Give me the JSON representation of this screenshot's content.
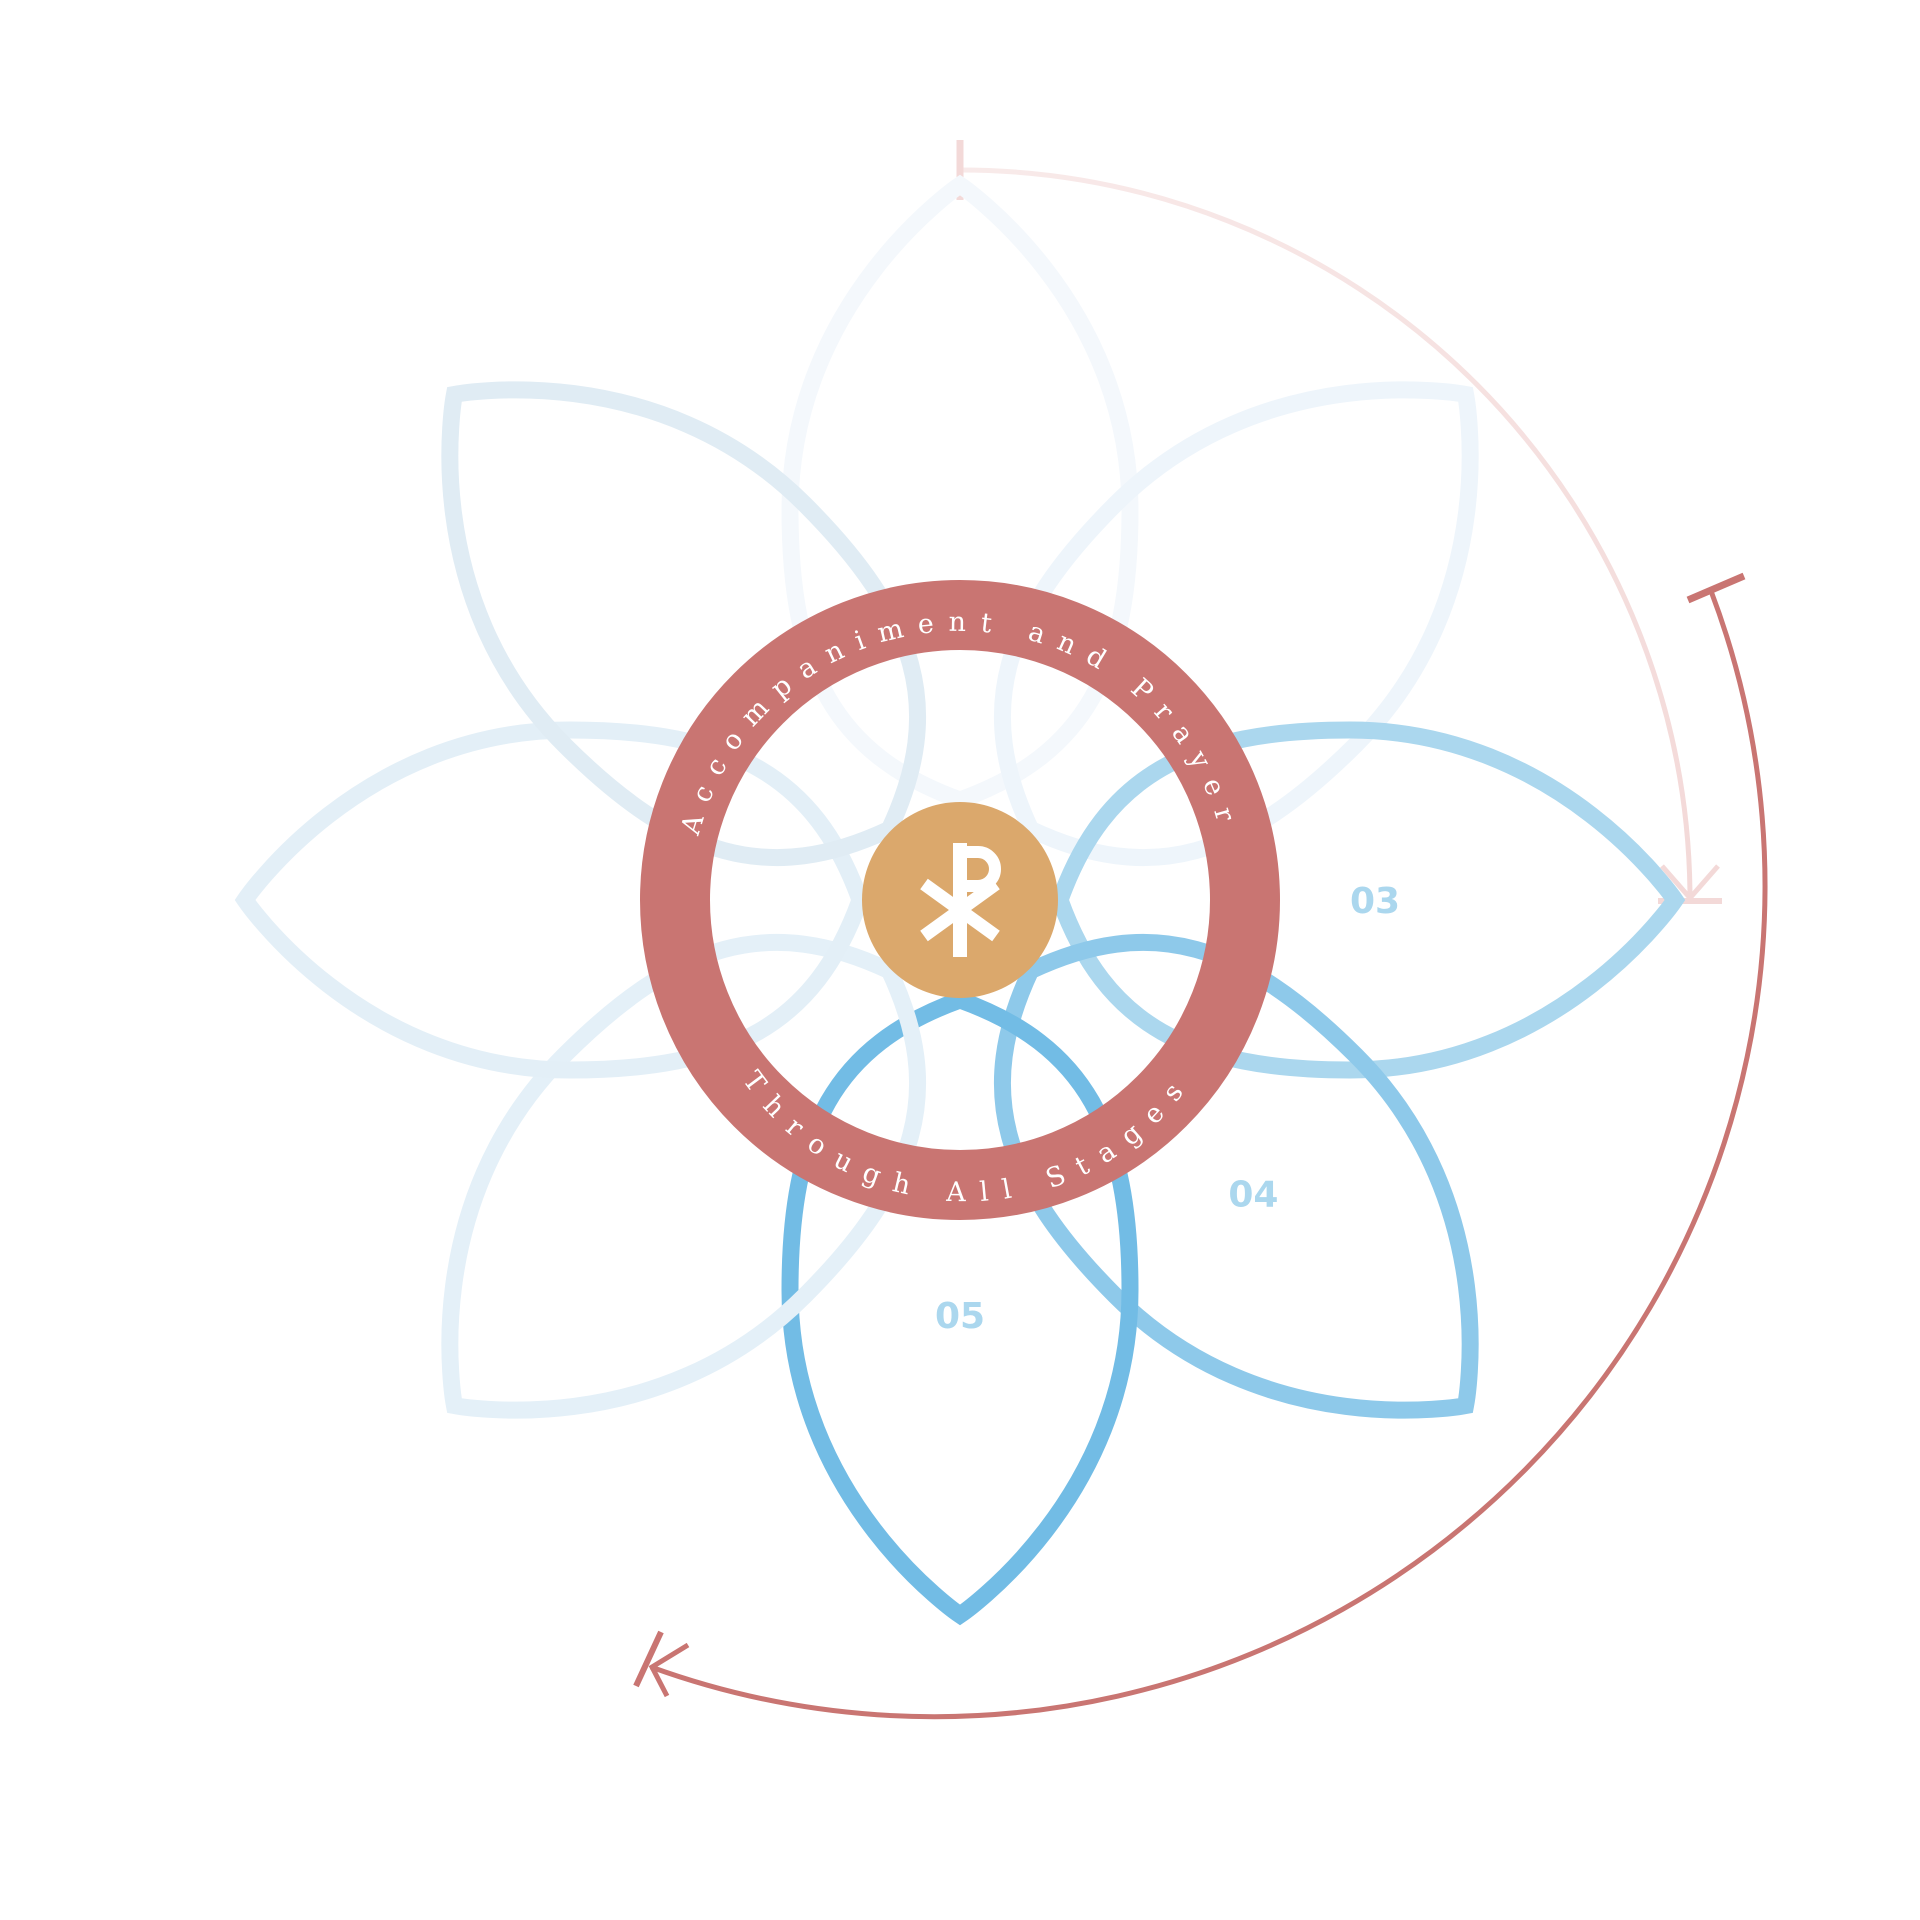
{
  "ring": {
    "top_text": "Accompaniment and Prayer",
    "bottom_text": "Through All Stages",
    "color": "#c97572"
  },
  "center": {
    "symbol": "chi-rho-icon",
    "color": "#dba86c"
  },
  "petals": [
    {
      "id": "01",
      "label": "",
      "color": "#f4f8fc"
    },
    {
      "id": "02",
      "label": "",
      "color": "#eef5fb"
    },
    {
      "id": "03",
      "label": "03",
      "color": "#abd7ee"
    },
    {
      "id": "04",
      "label": "04",
      "color": "#8ec9ea"
    },
    {
      "id": "05",
      "label": "05",
      "color": "#72bce5"
    },
    {
      "id": "06",
      "label": "",
      "color": "#e4f0f8"
    },
    {
      "id": "07",
      "label": "",
      "color": "#e3eff7"
    },
    {
      "id": "08",
      "label": "",
      "color": "#e0ecf4"
    }
  ],
  "label_color": "#abd7ee",
  "arrows": {
    "faint_color": "#f3d9d8",
    "strong_color": "#c97572"
  }
}
